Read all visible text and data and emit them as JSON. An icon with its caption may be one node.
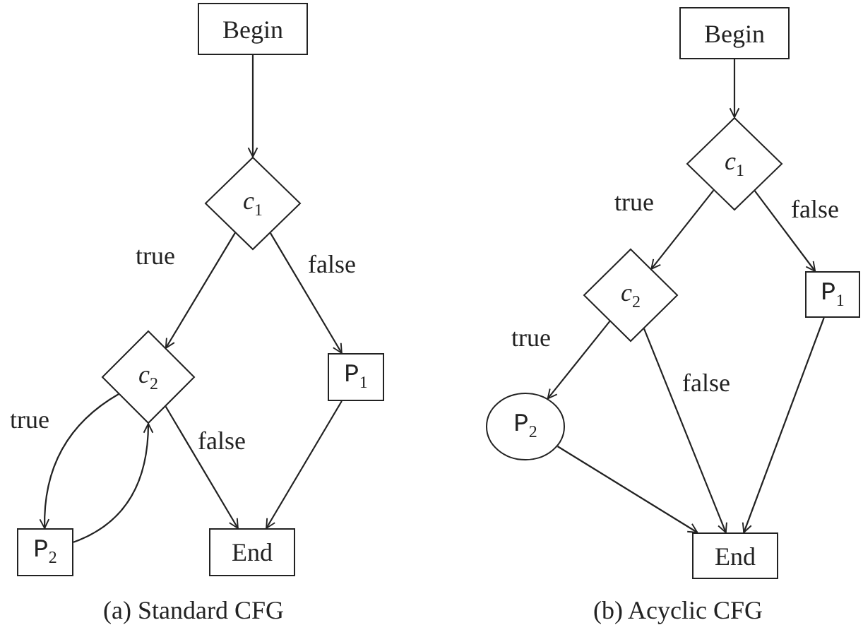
{
  "diagram": {
    "nodes": [
      {
        "text": [
          "Begin"
        ]
      },
      {
        "text": [
          "*c*$_{1}$"
        ]
      },
      {
        "text": [
          "*c*$_{2}$"
        ]
      },
      {
        "text": [
          "P$_{1}$"
        ]
      },
      {
        "text": [
          "P$_{2}$"
        ]
      },
      {
        "text": [
          "End"
        ]
      },
      {
        "text": [
          "Begin"
        ]
      },
      {
        "text": [
          "*c*$_{1}$"
        ]
      },
      {
        "text": [
          "*c*$_{2}$"
        ]
      },
      {
        "text": [
          "P$_{1}$"
        ]
      },
      {
        "text": [
          "P$_{2}$"
        ]
      },
      {
        "text": [
          "End"
        ]
      }
    ],
    "edges": [
      {
        "from": 0,
        "to": 1,
        "arrow": "to"
      },
      {
        "from": 1,
        "to": 2,
        "arrow": "to",
        "label": "true"
      },
      {
        "from": 1,
        "to": 3,
        "arrow": "to",
        "label": "false"
      },
      {
        "from": 2,
        "to": 4,
        "arrow": "to",
        "label": "true"
      },
      {
        "from": 4,
        "to": 2,
        "arrow": "to"
      },
      {
        "from": 2,
        "to": 5,
        "arrow": "to",
        "label": "false"
      },
      {
        "from": 3,
        "to": 5,
        "arrow": "to"
      },
      {
        "from": 6,
        "to": 7,
        "arrow": "to"
      },
      {
        "from": 7,
        "to": 8,
        "arrow": "to",
        "label": "true"
      },
      {
        "from": 7,
        "to": 9,
        "arrow": "to",
        "label": "false"
      },
      {
        "from": 8,
        "to": 10,
        "arrow": "to",
        "label": "true"
      },
      {
        "from": 8,
        "to": 11,
        "arrow": "to",
        "label": "false"
      },
      {
        "from": 10,
        "to": 11,
        "arrow": "to"
      },
      {
        "from": 9,
        "to": 11,
        "arrow": "to"
      }
    ],
    "labels": [
      "(a) Standard CFG",
      "(b) Acyclic CFG"
    ]
  }
}
